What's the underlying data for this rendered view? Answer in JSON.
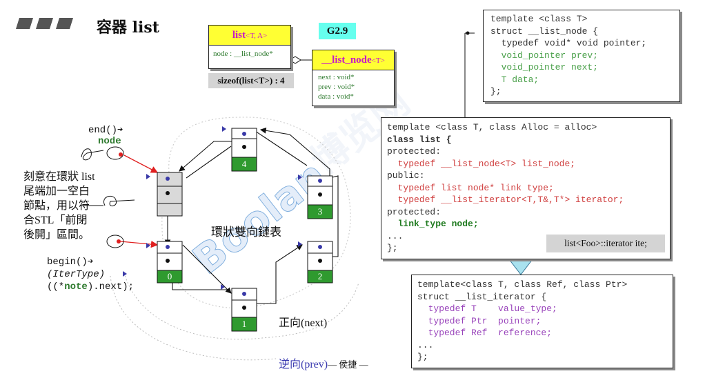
{
  "title": "容器 list",
  "version_badge": "G2.9",
  "list_class_box": {
    "name": "list",
    "params": "<T, A>",
    "member": "node : __list_node*"
  },
  "sizeof_label": "sizeof(list<T>) : 4",
  "list_node_box": {
    "name": "__list_node",
    "params": "<T>",
    "members": [
      "next : void*",
      "prev : void*",
      "data : void*"
    ]
  },
  "code_list_node": [
    "template <class T>",
    "struct __list_node {",
    "  typedef void* void pointer;",
    "  void_pointer prev;",
    "  void_pointer next;",
    "  T data;",
    "};"
  ],
  "code_list": [
    "template <class T, class Alloc = alloc>",
    "class list {",
    "protected:",
    "  typedef __list_node<T> list_node;",
    "public:",
    "  typedef list node* link type;",
    "  typedef __list_iterator<T,T&,T*> iterator;",
    "protected:",
    "  link_type node;",
    "...",
    "};"
  ],
  "iterator_callout": "list<Foo>::iterator ite;",
  "code_list_iterator": [
    "template<class T, class Ref, class Ptr>",
    "struct __list_iterator {",
    "  typedef T    value_type;",
    "  typedef Ptr  pointer;",
    "  typedef Ref  reference;",
    "...",
    "};"
  ],
  "diagram": {
    "end_label": "end()",
    "end_arrow": "➔",
    "node_label": "node",
    "note_text": [
      "刻意在環狀 list",
      "尾端加一空白",
      "節點，用以符",
      "合STL「前閉",
      "後開」區間。"
    ],
    "begin_label": "begin()",
    "begin_arrow": "➔",
    "begin_cast": "(IterType)",
    "begin_expr_open": "((*",
    "begin_expr_note": "note",
    "begin_expr_close": ").next);",
    "center_label": "環狀雙向鏈表",
    "forward_label": "正向(next)",
    "backward_label": "逆向(prev)",
    "backward_tail": "— 侯捷 —",
    "node_numbers": [
      "0",
      "1",
      "2",
      "3",
      "4"
    ],
    "watermark": "Boolan 博览网"
  },
  "colors": {
    "accent_green": "#2e9a2e",
    "node_green": "#2f9a2f",
    "yellow": "#ffff33",
    "cyan_badge": "#66ffee",
    "magenta": "#c71ac7",
    "blue_pointer": "#3a3aa8",
    "red_pointer": "#e02020",
    "watermark": "#1b6fc4"
  }
}
